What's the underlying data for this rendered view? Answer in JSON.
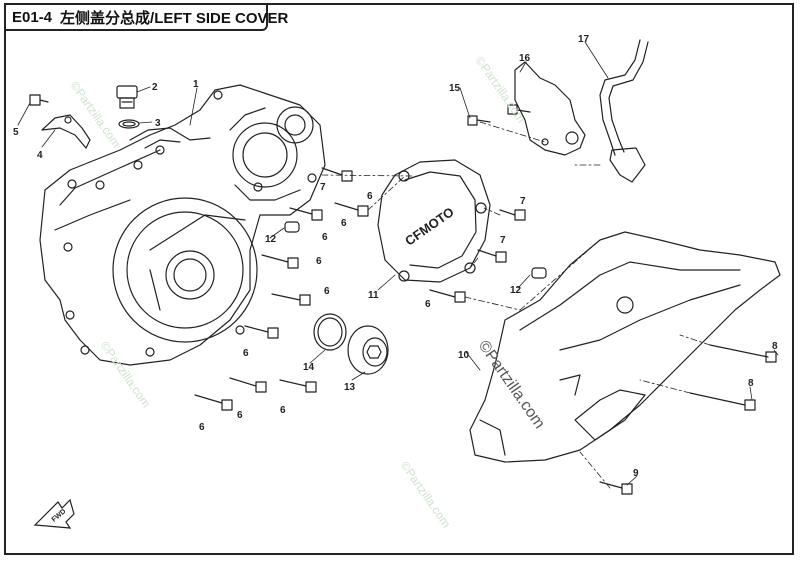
{
  "title": {
    "code": "E01-4",
    "text": "左侧盖分总成/LEFT SIDE COVER"
  },
  "cover_logo": "CFMOTO",
  "fwd_label": "FWD",
  "watermarks": [
    "©Partzilla.com",
    "©Partzilla.com",
    "©Partzilla.com",
    "©Partzilla.com",
    "©Partzilla.com"
  ],
  "callouts": {
    "c1": "1",
    "c2": "2",
    "c3": "3",
    "c4": "4",
    "c5": "5",
    "c6a": "6",
    "c6b": "6",
    "c6c": "6",
    "c6d": "6",
    "c6e": "6",
    "c6f": "6",
    "c6g": "6",
    "c6h": "6",
    "c6i": "6",
    "c6j": "6",
    "c7a": "7",
    "c7b": "7",
    "c7c": "7",
    "c8a": "8",
    "c8b": "8",
    "c9": "9",
    "c10": "10",
    "c11": "11",
    "c12a": "12",
    "c12b": "12",
    "c13": "13",
    "c14": "14",
    "c15": "15",
    "c16": "16",
    "c17": "17"
  },
  "colors": {
    "line": "#222222",
    "frame": "#222222",
    "watermark": "#cfe3cf"
  }
}
